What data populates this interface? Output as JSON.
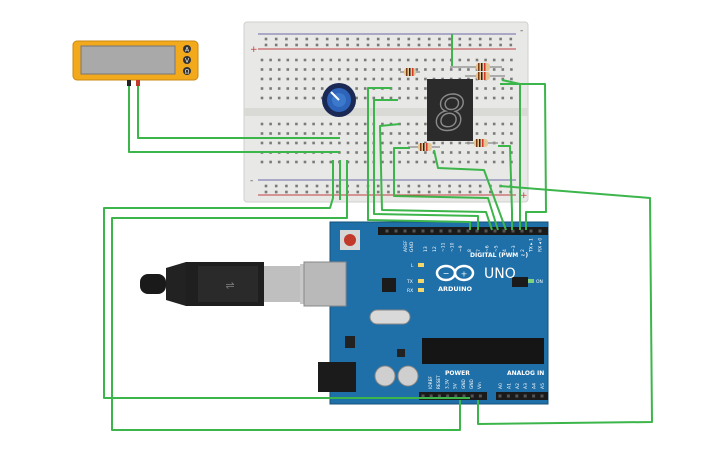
{
  "arduino": {
    "model": "UNO",
    "brand": "ARDUINO",
    "digital_header": "DIGITAL (PWM ~)",
    "analog_header": "ANALOG IN",
    "power_header": "POWER",
    "on_label": "ON",
    "aref": "AREF",
    "gnd": "GND",
    "tx_label": "TX",
    "rx_label": "RX",
    "l_label": "L",
    "digital_pins": [
      "13",
      "12",
      "~11",
      "~10",
      "~9",
      "8",
      "7",
      "~6",
      "~5",
      "4",
      "~3",
      "2",
      "TX ▸ 1",
      "RX ◂ 0"
    ],
    "power_pins": [
      "IOREF",
      "RESET",
      "3.3V",
      "5V",
      "GND",
      "GND",
      "Vin"
    ],
    "analog_pins": [
      "A0",
      "A1",
      "A2",
      "A3",
      "A4",
      "A5"
    ]
  },
  "display": {
    "digit": "8"
  },
  "multimeter": {
    "modes": [
      "A",
      "V",
      "Ω"
    ]
  },
  "breadboard": {
    "plus": "+",
    "minus": "-"
  },
  "colors": {
    "wire": "#3cb54a",
    "board": "#1f6fa8",
    "breadboard": "#e7e7e5",
    "meter": "#f2a91c"
  }
}
